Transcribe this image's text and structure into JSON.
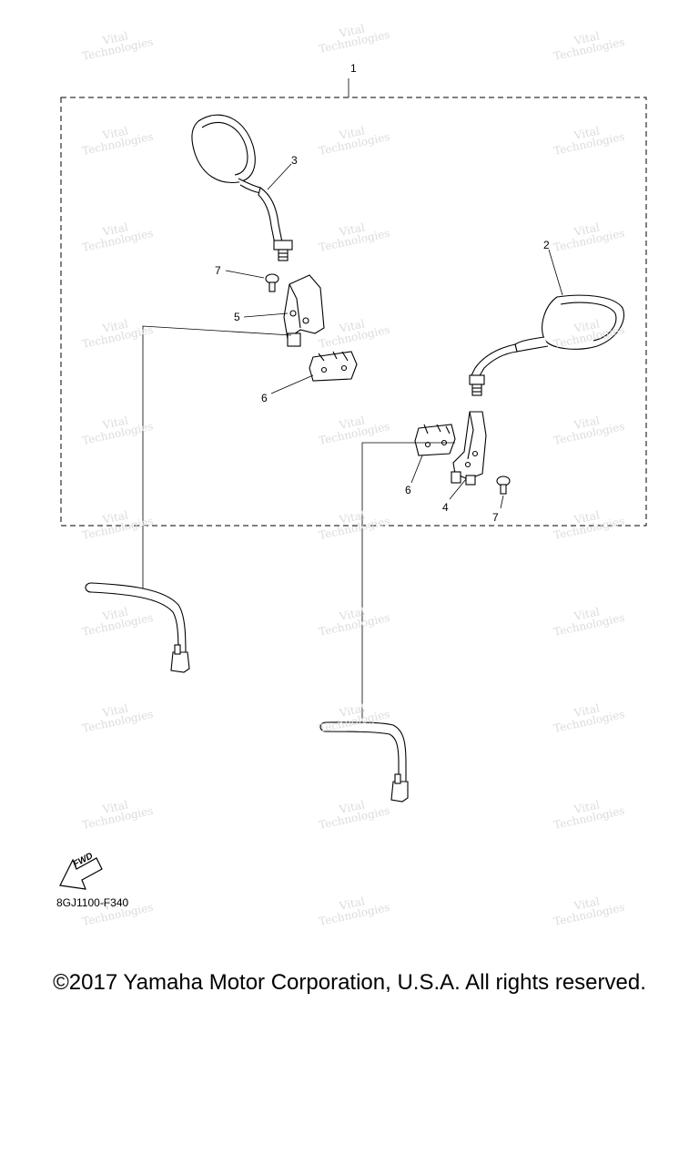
{
  "watermark": {
    "line1": "Vital",
    "line2": "Technologies"
  },
  "callouts": {
    "c1": "1",
    "c2": "2",
    "c3": "3",
    "c4": "4",
    "c5": "5",
    "c6a": "6",
    "c6b": "6",
    "c7a": "7",
    "c7b": "7"
  },
  "fwd_label": "FWD",
  "part_code": "8GJ1100-F340",
  "copyright": "©2017 Yamaha Motor Corporation, U.S.A. All rights reserved."
}
